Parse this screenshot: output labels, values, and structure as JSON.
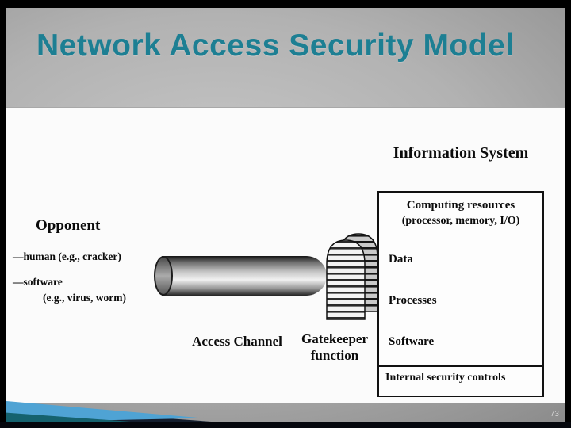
{
  "slide": {
    "title": "Network Access Security Model",
    "page_number": "73"
  },
  "diagram": {
    "information_system_label": "Information System",
    "opponent": {
      "label": "Opponent",
      "human_item": "—human (e.g., cracker)",
      "software_item": "—software",
      "software_detail": "(e.g., virus, worm)"
    },
    "access_channel_label": "Access Channel",
    "gatekeeper": {
      "line1": "Gatekeeper",
      "line2": "function"
    },
    "system_box": {
      "resources_line1": "Computing resources",
      "resources_line2": "(processor, memory, I/O)",
      "items": [
        "Data",
        "Processes",
        "Software"
      ],
      "footer": "Internal security controls"
    }
  },
  "colors": {
    "title_teal": "#1D7F93",
    "accent_blue": "#4FA3D4",
    "accent_teal": "#15626E",
    "accent_navy": "#141E2E"
  }
}
